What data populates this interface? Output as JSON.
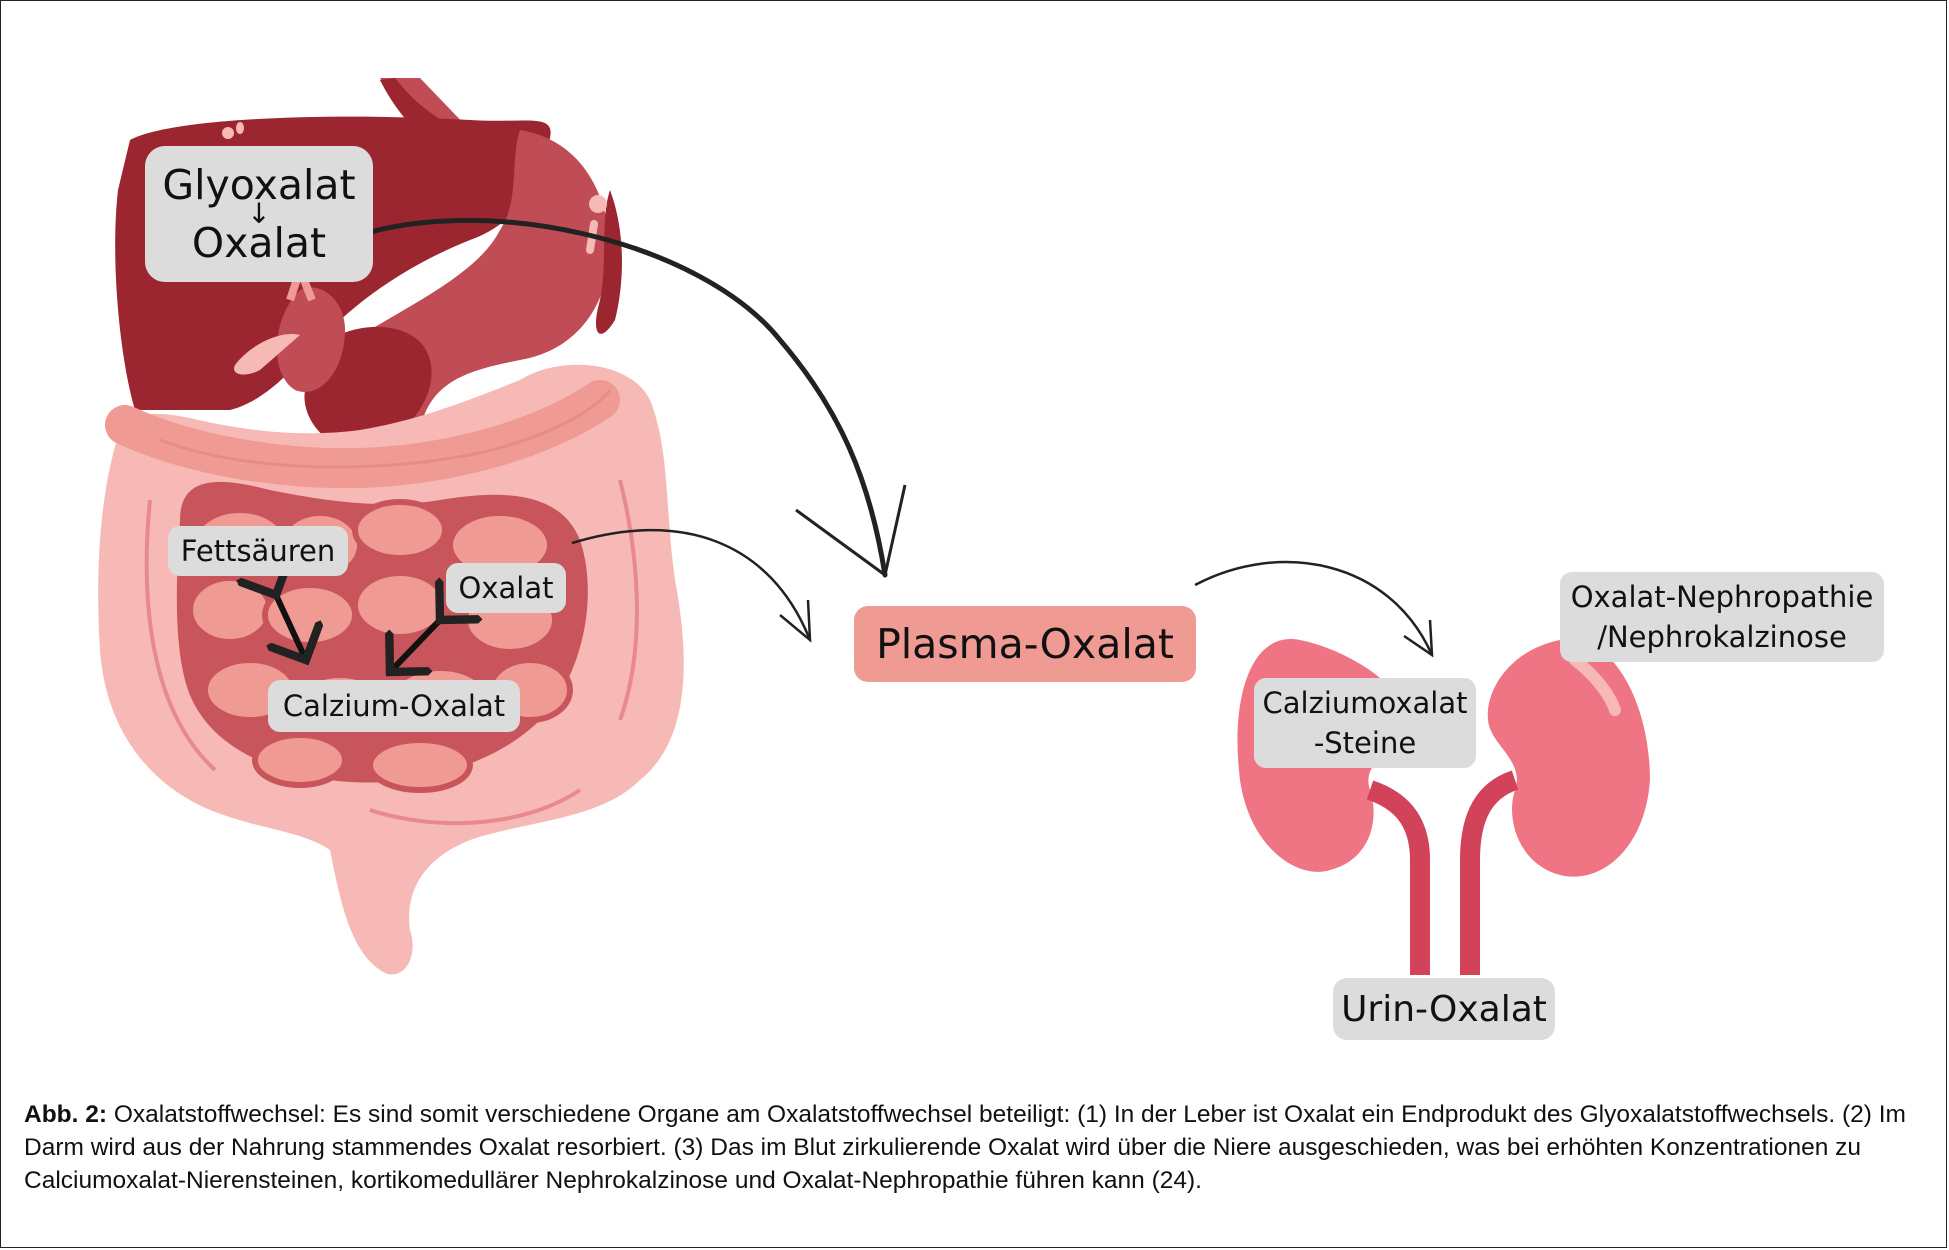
{
  "labels": {
    "glyoxalat": "Glyoxalat",
    "arrow_down": "↓",
    "oxalat_liver": "Oxalat",
    "fettsaeuren": "Fettsäuren",
    "oxalat_gut": "Oxalat",
    "calcium_oxalat": "Calzium-Oxalat",
    "plasma_oxalat": "Plasma-Oxalat",
    "calciumoxalat_steine_1": "Calziumoxalat",
    "calciumoxalat_steine_2": "-Steine",
    "nephropathie_1": "Oxalat-Nephropathie",
    "nephropathie_2": "/Nephrokalzinose",
    "urin_oxalat": "Urin-Oxalat"
  },
  "caption": {
    "prefix": "Abb. 2:",
    "text": "Oxalatstoffwechsel: Es sind somit verschiedene Organe am Oxalatstoffwechsel beteiligt: (1) In der Leber ist Oxalat ein Endprodukt des Glyoxalatstoffwechsels. (2) Im Darm wird aus der Nahrung stammendes Oxalat resorbiert. (3) Das im Blut zirkulierende Oxalat wird über die Niere ausgeschieden, was bei erhöhten Konzentrationen zu Calciumoxalat-Nierensteinen, kortikomedullärer Nephrokalzinose und Oxalat-Nephropathie führen kann (24)."
  },
  "colors": {
    "liver": "#9b2630",
    "liver_light": "#c04c55",
    "intestine_light": "#f6b9b5",
    "intestine_mid": "#ef9a93",
    "intestine_dark": "#c9555c",
    "kidney": "#ef7585",
    "ureter": "#d24259",
    "label_bg": "#dcdcdc",
    "plasma_bg": "#ef9a93"
  }
}
